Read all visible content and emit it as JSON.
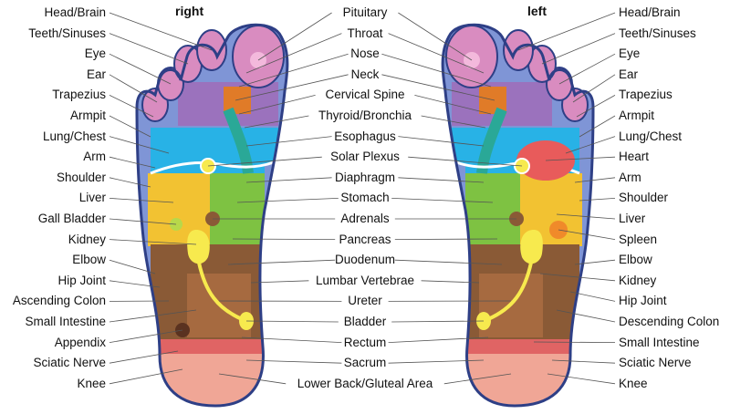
{
  "titles": {
    "right_foot": "right",
    "left_foot": "left"
  },
  "right_foot_labels": [
    "Head/Brain",
    "Teeth/Sinuses",
    "Eye",
    "Ear",
    "Trapezius",
    "Armpit",
    "Lung/Chest",
    "Arm",
    "Shoulder",
    "Liver",
    "Gall Bladder",
    "Kidney",
    "Elbow",
    "Hip Joint",
    "Ascending Colon",
    "Small Intestine",
    "Appendix",
    "Sciatic Nerve",
    "Knee"
  ],
  "center_labels": [
    "Pituitary",
    "Throat",
    "Nose",
    "Neck",
    "Cervical Spine",
    "Thyroid/Bronchia",
    "Esophagus",
    "Solar Plexus",
    "Diaphragm",
    "Stomach",
    "Adrenals",
    "Pancreas",
    "Duodenum",
    "Lumbar Vertebrae",
    "Ureter",
    "Bladder",
    "Rectum",
    "Sacrum",
    "Lower Back/Gluteal Area"
  ],
  "left_foot_labels": [
    "Head/Brain",
    "Teeth/Sinuses",
    "Eye",
    "Ear",
    "Trapezius",
    "Armpit",
    "Lung/Chest",
    "Heart",
    "Arm",
    "Shoulder",
    "Liver",
    "Spleen",
    "Elbow",
    "Kidney",
    "Hip Joint",
    "Descending Colon",
    "Small Intestine",
    "Sciatic Nerve",
    "Knee"
  ],
  "colors": {
    "outline": "#2e3f86",
    "toe_pink": "#d98cc0",
    "toe_purple": "#9b72bd",
    "edge_blue": "#7f95d6",
    "lung_cyan": "#28b2e6",
    "diaphragm_line": "#ffffff",
    "liver_yellow": "#f2c232",
    "stomach_green": "#7ec242",
    "intestine_brown": "#8a5a36",
    "kidney_yellow": "#f7ea4e",
    "heel_salmon": "#f0a696",
    "heel_band_red": "#e06464",
    "heart_red": "#e85b5b",
    "spleen_orange": "#f08a2a",
    "neck_orange": "#e07b28",
    "thyroid_teal": "#2aa897"
  }
}
